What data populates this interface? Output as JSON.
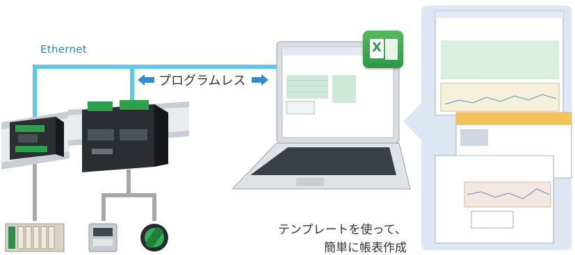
{
  "labels": {
    "network": "Ethernet",
    "programless": "プログラムレス",
    "caption_line1": "テンプレートを使って、",
    "caption_line2": "簡単に帳表作成"
  },
  "excel_badge": {
    "letter": "X"
  },
  "colors": {
    "ethernet_line": "#5cc7ef",
    "arrow": "#2f8bd8",
    "gray_wire": "#a7a7a7",
    "panel_bg": "#dde7f3",
    "excel_green": "#2b9a45"
  },
  "icons": [
    "arrow-left-icon",
    "arrow-right-icon",
    "excel-icon"
  ]
}
